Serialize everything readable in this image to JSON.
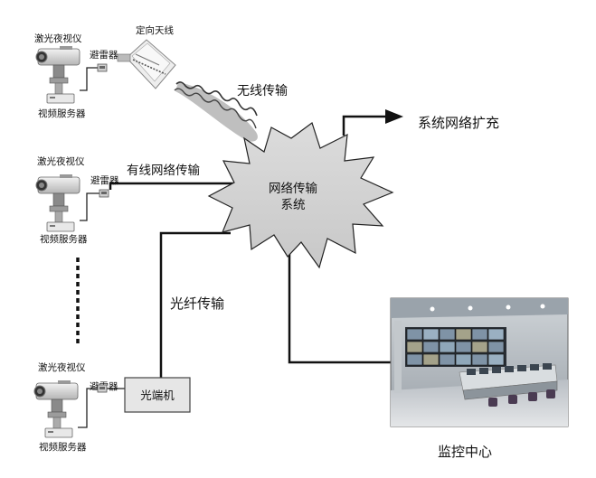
{
  "sites": [
    {
      "camera_label": "激光夜视仪",
      "arrester_label": "避雷器",
      "server_label": "视频服务器"
    },
    {
      "camera_label": "激光夜视仪",
      "arrester_label": "避雷器",
      "server_label": "视频服务器"
    },
    {
      "camera_label": "激光夜视仪",
      "arrester_label": "避雷器",
      "server_label": "视频服务器"
    }
  ],
  "antenna_label": "定向天线",
  "wireless_label": "无线传输",
  "wired_label": "有线网络传输",
  "fiber_label": "光纤传输",
  "optical_terminal_label": "光端机",
  "network": {
    "line1": "网络传输",
    "line2": "系统"
  },
  "expansion_label": "系统网络扩充",
  "monitor_center_label": "监控中心"
}
